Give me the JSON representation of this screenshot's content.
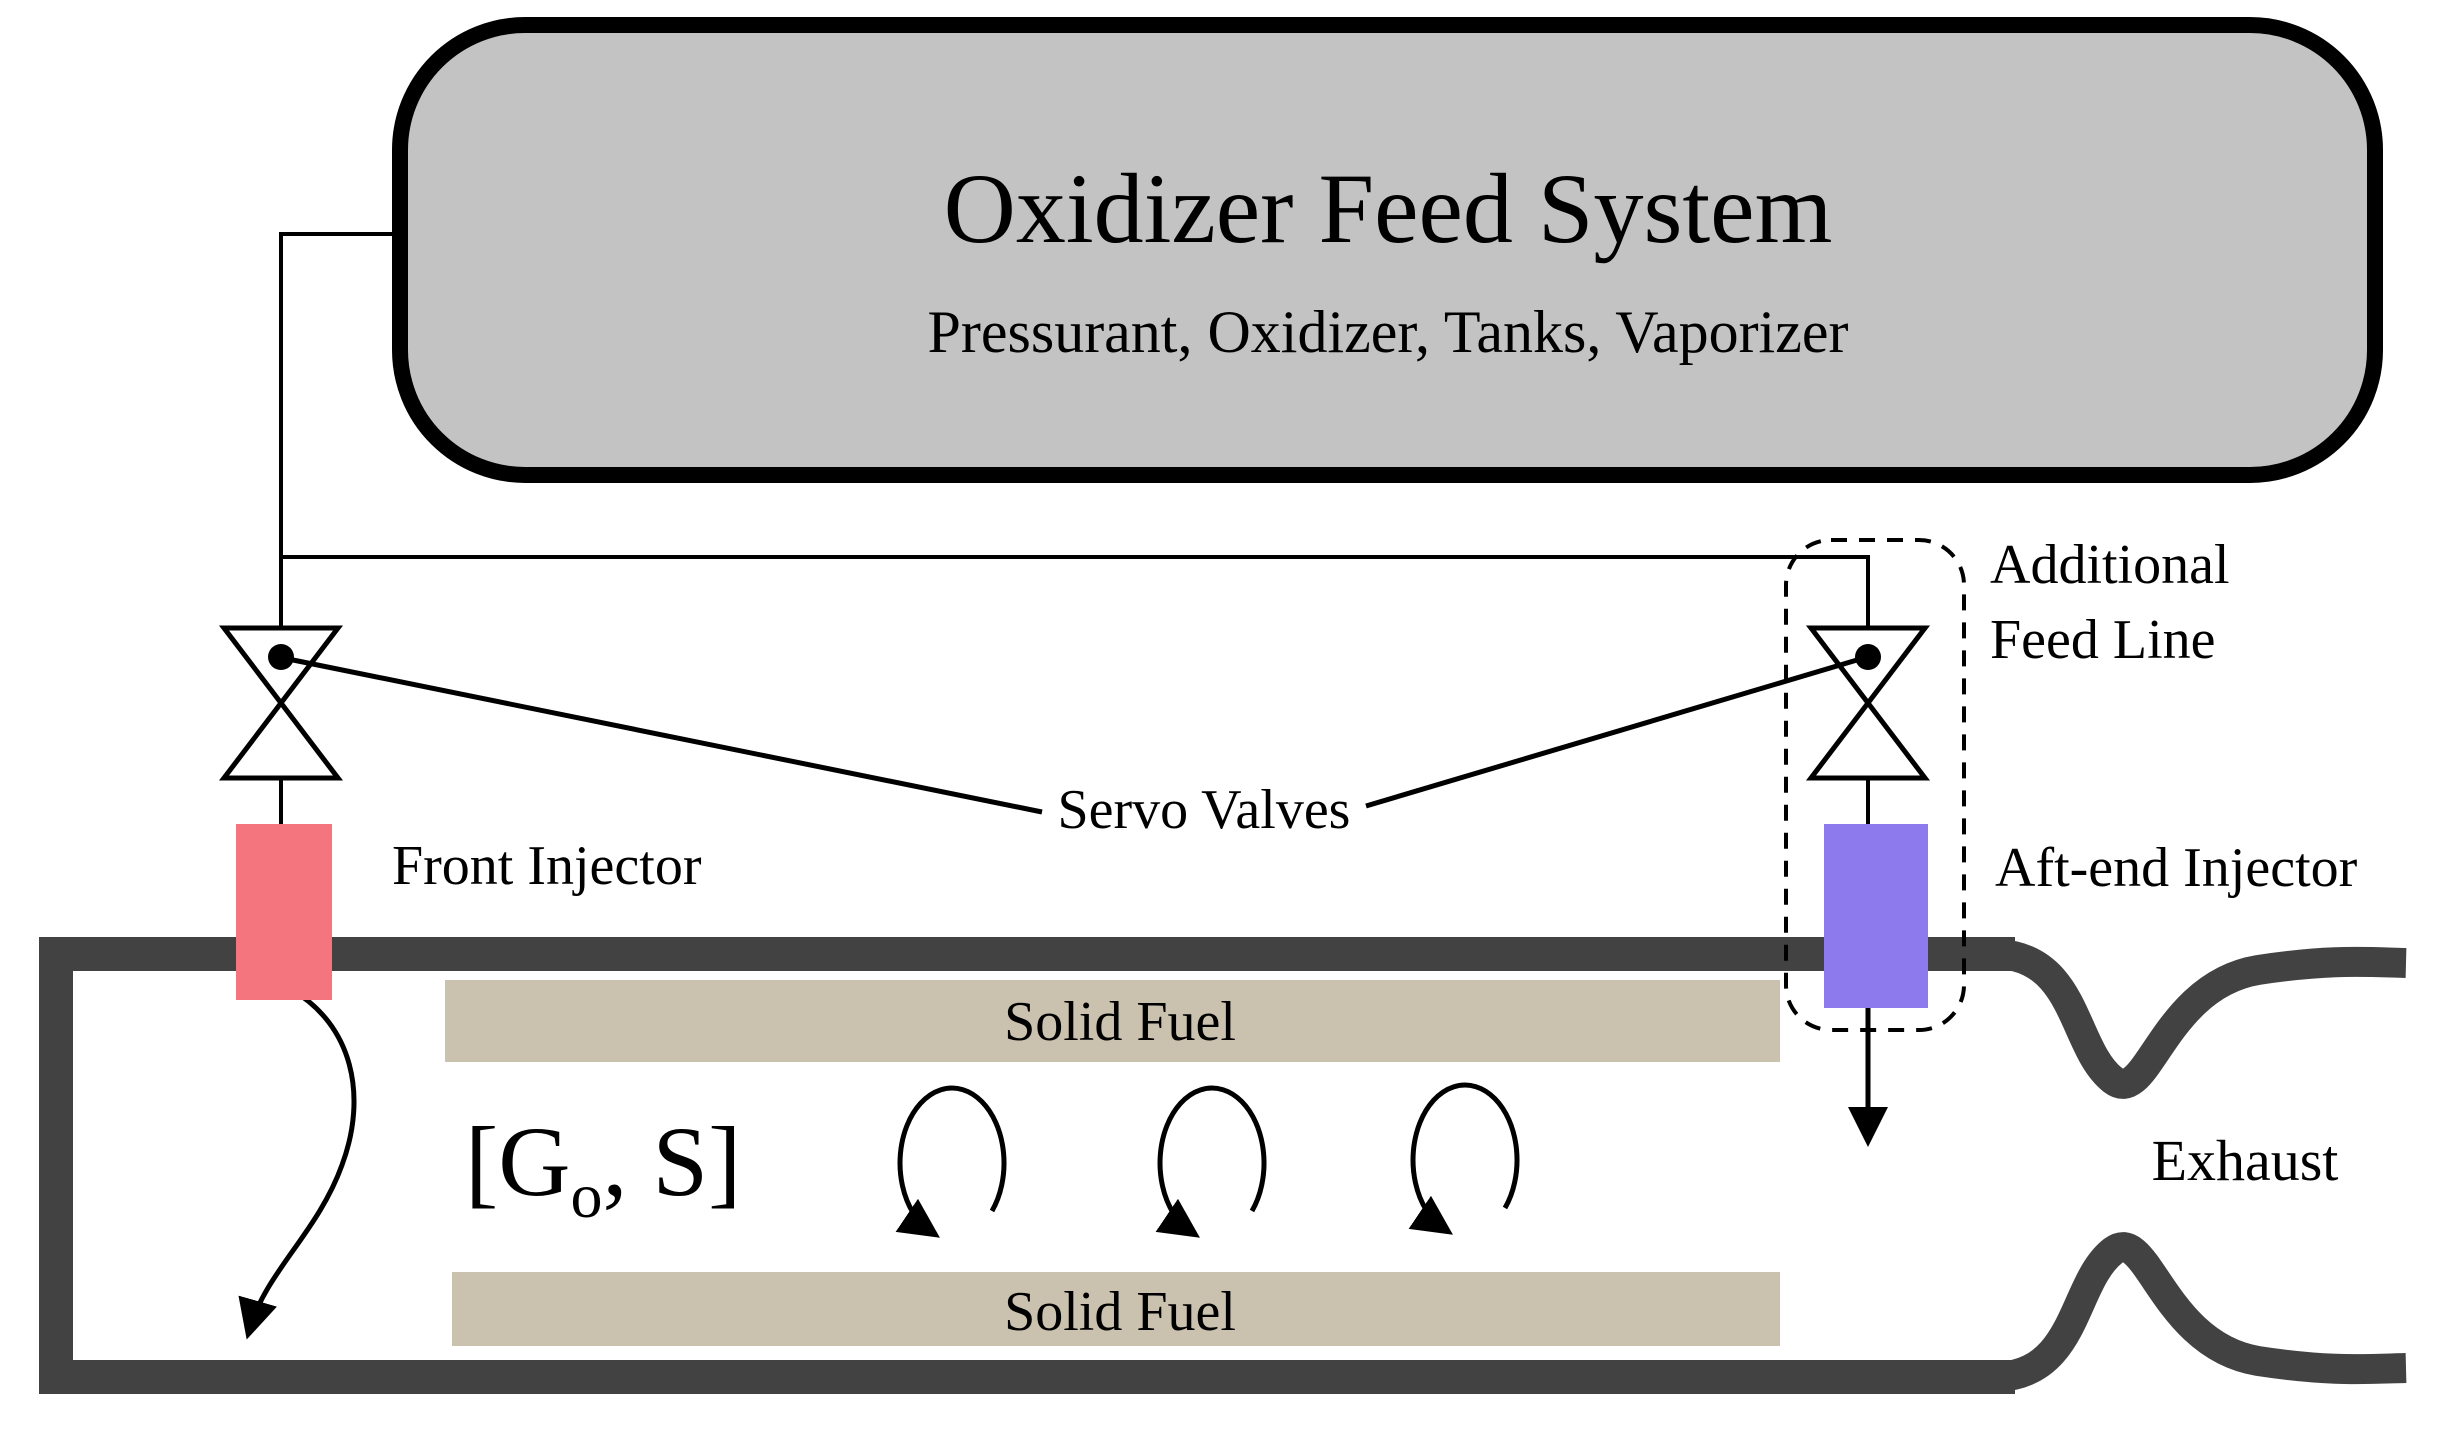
{
  "colors": {
    "feed_box_fill": "#c3c3c3",
    "outline": "#000000",
    "chamber_wall": "#424242",
    "solid_fuel": "#cbc1af",
    "front_injector": "#f4757e",
    "aft_injector": "#8d7bee"
  },
  "feed_system": {
    "title": "Oxidizer Feed System",
    "subtitle": "Pressurant, Oxidizer, Tanks, Vaporizer"
  },
  "labels": {
    "servo_valves": "Servo Valves",
    "front_injector": "Front Injector",
    "aft_injector": "Aft-end Injector",
    "additional_feed_line_1": "Additional",
    "additional_feed_line_2": "Feed Line",
    "solid_fuel_top": "Solid Fuel",
    "solid_fuel_bottom": "Solid Fuel",
    "exhaust": "Exhaust",
    "chamber_state_open": "[G",
    "chamber_state_sub": "o",
    "chamber_state_rest": ", S]"
  }
}
